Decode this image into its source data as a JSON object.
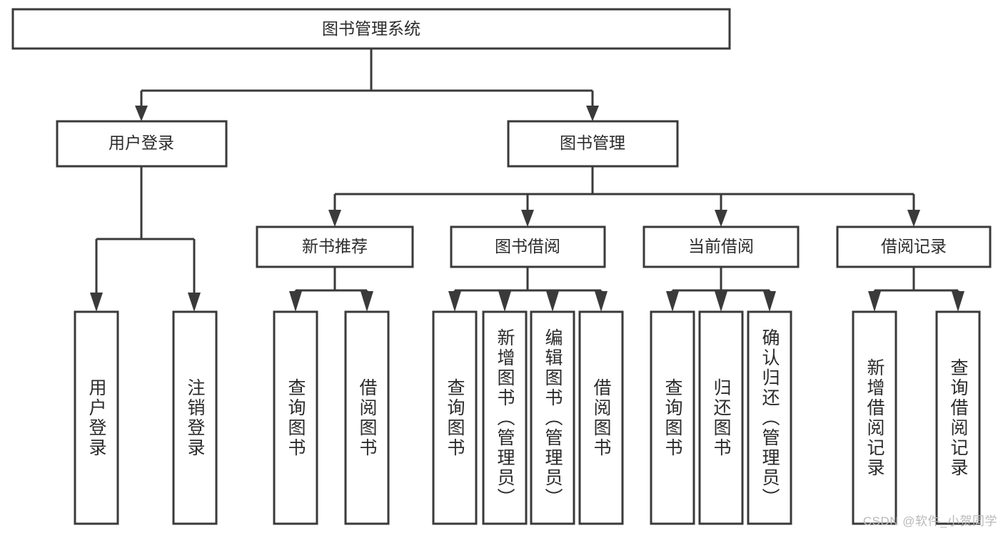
{
  "diagram": {
    "type": "tree-hierarchy-diagram",
    "title": "图书管理系统",
    "colors": {
      "background": "#ffffff",
      "box_stroke": "#3a3a3a",
      "box_fill": "#ffffff",
      "text": "#2b2b2b",
      "connector": "#3a3a3a",
      "watermark": "#b9b9b9"
    },
    "root": {
      "label": "图书管理系统"
    },
    "level2": [
      {
        "label": "用户登录"
      },
      {
        "label": "图书管理"
      }
    ],
    "level3": [
      {
        "label": "新书推荐"
      },
      {
        "label": "图书借阅"
      },
      {
        "label": "当前借阅"
      },
      {
        "label": "借阅记录"
      }
    ],
    "leaves": {
      "user_login": [
        {
          "label": "用户登录"
        },
        {
          "label": "注销登录"
        }
      ],
      "new_book_recommend": [
        {
          "label": "查询图书"
        },
        {
          "label": "借阅图书"
        }
      ],
      "book_borrow": [
        {
          "label": "查询图书"
        },
        {
          "label": "新增图书（管理员）"
        },
        {
          "label": "编辑图书（管理员）"
        },
        {
          "label": "借阅图书"
        }
      ],
      "current_borrow": [
        {
          "label": "查询图书"
        },
        {
          "label": "归还图书"
        },
        {
          "label": "确认归还（管理员）"
        }
      ],
      "borrow_record": [
        {
          "label": "新增借阅记录"
        },
        {
          "label": "查询借阅记录"
        }
      ]
    }
  },
  "watermark": {
    "text": "CSDN @软件_小贺同学"
  }
}
